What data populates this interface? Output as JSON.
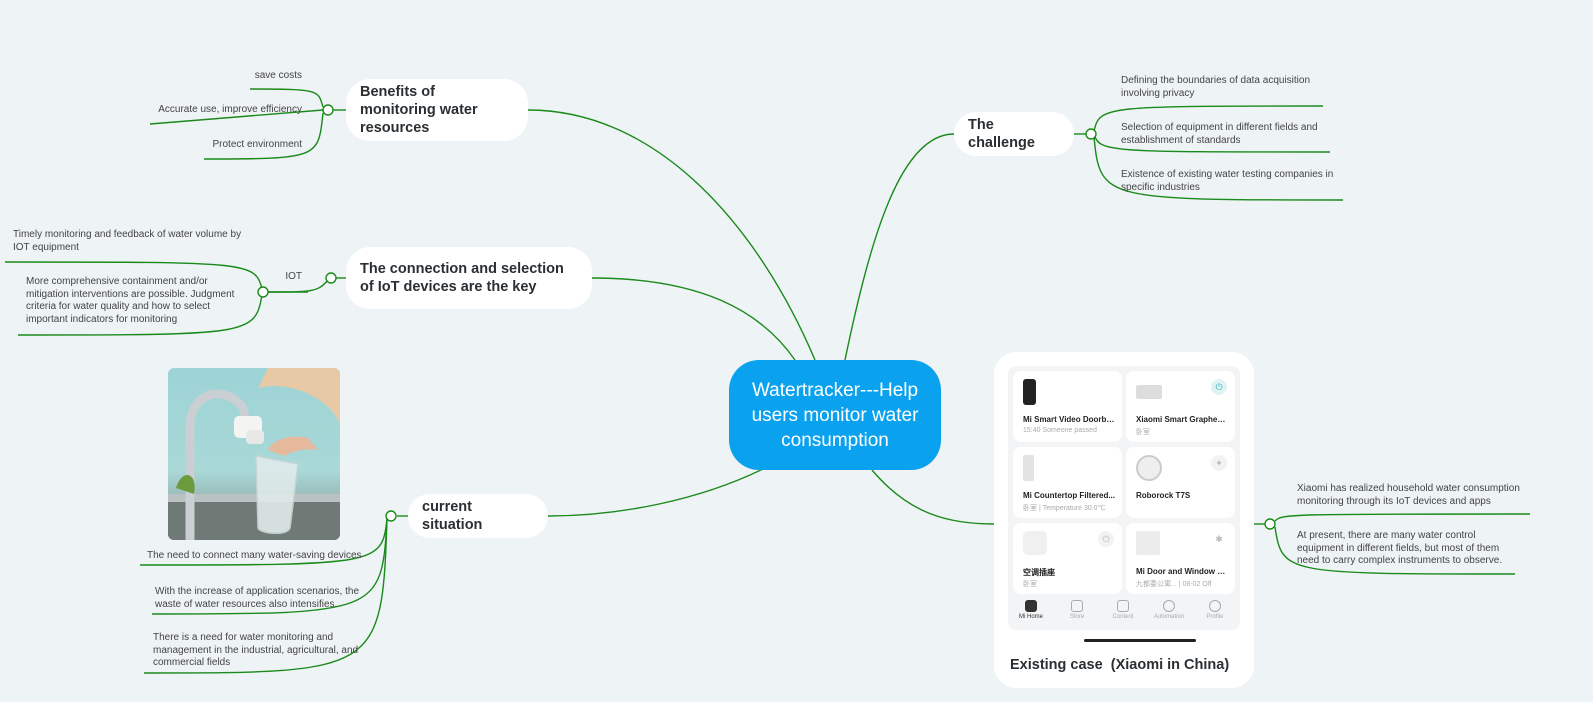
{
  "central": {
    "title": "Watertracker---Help users monitor water consumption"
  },
  "branches": {
    "benefits": {
      "title": "Benefits of monitoring water resources",
      "items": [
        "save costs",
        "Accurate use, improve efficiency",
        "Protect environment"
      ]
    },
    "connection": {
      "title": "The connection and selection of IoT devices are the key",
      "sub_label": "IOT",
      "items": [
        "Timely monitoring and feedback of water volume by IOT equipment",
        "More comprehensive containment and/or mitigation interventions are possible. Judgment criteria for water quality and how to select important indicators for monitoring"
      ]
    },
    "current": {
      "title": "current situation",
      "items": [
        "The need to connect many water-saving devices",
        "With the increase of application scenarios, the waste of water resources also intensifies.",
        "There is a need for water monitoring and management in the industrial, agricultural, and commercial fields"
      ]
    },
    "challenge": {
      "title": "The challenge",
      "items": [
        "Defining the boundaries of data acquisition involving privacy",
        "Selection of equipment in different fields and establishment of standards",
        "Existence of existing water testing companies in specific industries"
      ]
    },
    "existing": {
      "title": "Existing case  (Xiaomi in China)",
      "items": [
        "Xiaomi has realized household water consumption monitoring through its IoT devices and apps",
        "At present, there are many water control equipment in different fields, but most of them need to carry complex instruments to observe."
      ],
      "screenshot": {
        "tiles": [
          {
            "name": "Mi Smart Video Doorbell...",
            "sub": "15:40 Someone passed"
          },
          {
            "name": "Xiaomi Smart Graphene...",
            "sub": "卧室"
          },
          {
            "name": "Mi Countertop Filtered...",
            "sub": "卧室 | Temperature 30.0℃"
          },
          {
            "name": "Roborock T7S",
            "sub": ""
          },
          {
            "name": "空调插座",
            "sub": "卧室"
          },
          {
            "name": "Mi Door and Window Se...",
            "sub": "九都委公寓... | 08-02 Off"
          }
        ],
        "tabs": [
          "Mi Home",
          "Store",
          "Content",
          "Automation",
          "Profile"
        ]
      }
    }
  },
  "colors": {
    "central": "#0aa2ee",
    "link": "#1a8a1a",
    "background": "#eef3f6",
    "topic_bg": "#ffffff"
  }
}
